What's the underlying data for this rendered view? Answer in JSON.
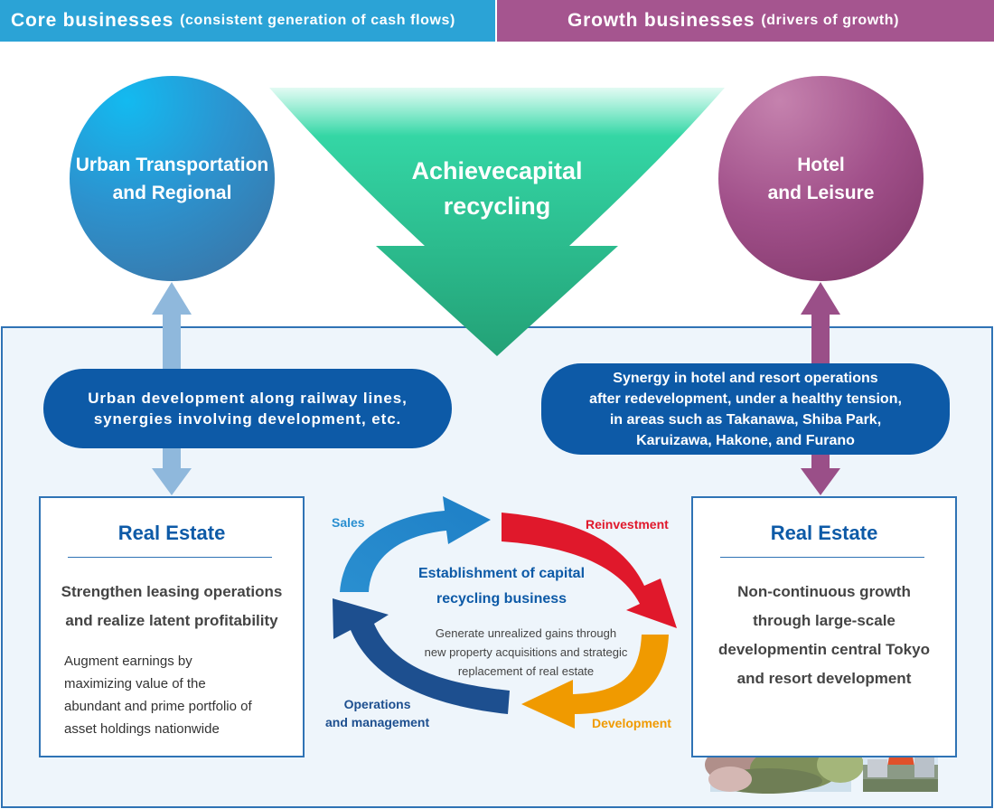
{
  "header": {
    "core_title": "Core businesses",
    "core_subtitle": "(consistent generation of cash flows)",
    "growth_title": "Growth businesses",
    "growth_subtitle": "(drivers of growth)"
  },
  "top": {
    "left_circle": [
      "Urban Transportation",
      "and Regional"
    ],
    "center_arrow": [
      "Achievecapital",
      "recycling"
    ],
    "right_circle": [
      "Hotel",
      "and Leisure"
    ]
  },
  "synergy": {
    "left": [
      "Urban development along railway lines,",
      "synergies involving development, etc."
    ],
    "right": [
      "Synergy in hotel and resort operations",
      "after redevelopment, under a healthy tension,",
      "in areas such as Takanawa, Shiba Park,",
      "Karuizawa, Hakone, and Furano"
    ]
  },
  "real_estate_left": {
    "title": "Real Estate",
    "description": [
      "Strengthen leasing operations",
      "and realize latent profitability"
    ],
    "detail": [
      "Augment earnings by",
      "maximizing value of the",
      "abundant and prime portfolio of",
      "asset holdings nationwide"
    ]
  },
  "real_estate_right": {
    "title": "Real Estate",
    "description": [
      "Non-continuous growth",
      "through large-scale",
      "developmentin central Tokyo",
      "and resort development"
    ]
  },
  "cycle": {
    "sales": "Sales",
    "reinvestment": "Reinvestment",
    "development": "Development",
    "operations": [
      "Operations",
      "and management"
    ],
    "center_title": [
      "Establishment of capital",
      "recycling business"
    ],
    "center_desc": [
      "Generate unrealized gains through",
      "new property acquisitions and strategic",
      "replacement of real estate"
    ]
  },
  "colors": {
    "core_header": "#2ba3d6",
    "growth_header": "#a5558f",
    "pill_blue": "#0d5aa7",
    "panel_border": "#2f73b5",
    "arrow_green": "#2fc99a",
    "sales_blue": "#2a8fd0",
    "reinvestment_red": "#e0182b",
    "development_orange": "#f09a00",
    "operations_navy": "#1d4f8f"
  }
}
